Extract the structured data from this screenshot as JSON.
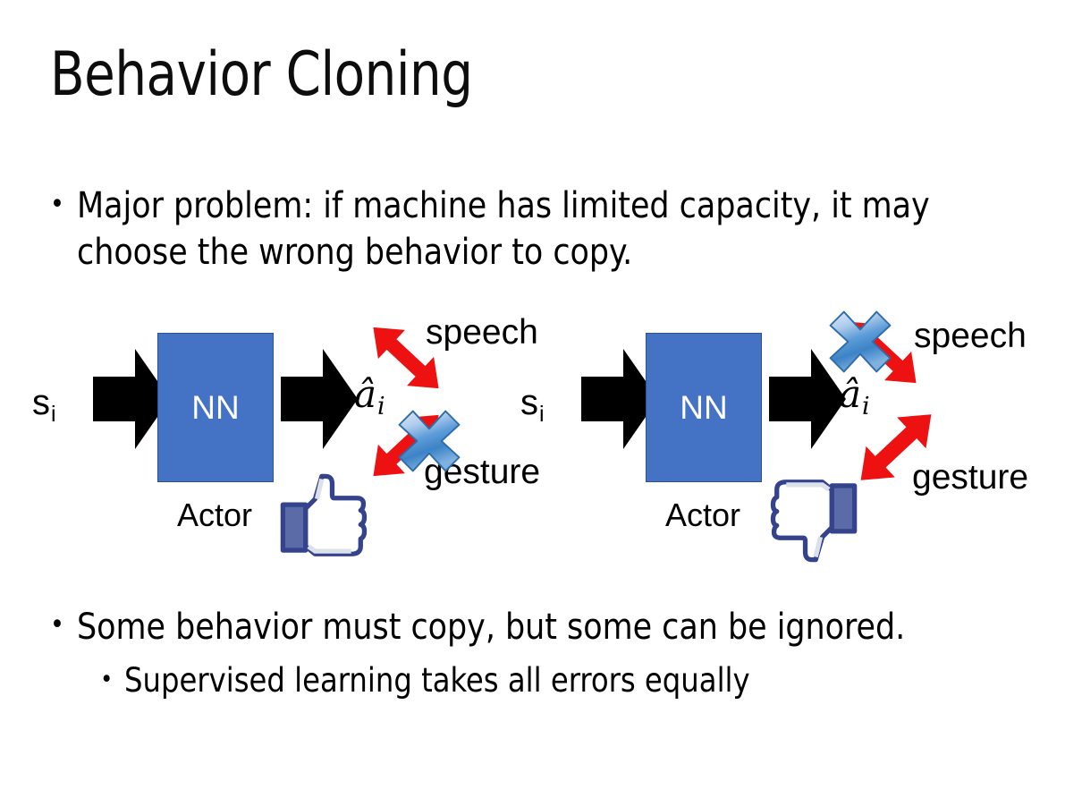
{
  "slide": {
    "title": "Behavior Cloning",
    "background_color": "#FFFFFF",
    "bullets": [
      {
        "marker": "•",
        "text": "Major problem: if machine has limited capacity, it may choose the wrong behavior to copy.",
        "level": 1
      },
      {
        "marker": "•",
        "text": "Some behavior must copy, but some can be ignored.",
        "level": 1
      },
      {
        "marker": "•",
        "text": "Supervised learning takes all errors equally",
        "level": 2
      }
    ]
  },
  "colors": {
    "nn_box_fill": "#4472C4",
    "nn_box_border": "#2E528F",
    "nn_label": "#FFFFFF",
    "block_arrow": "#000000",
    "red_arrow": "#EE1111",
    "blue_x_light": "#BBD4F0",
    "blue_x_mid": "#5B9BD5",
    "blue_x_dark": "#2E75B6",
    "thumb_outline": "#35438C",
    "thumb_cuff": "#5B6BA8",
    "thumb_fill": "#FFFFFF",
    "thumb_shadow": "#DCE0E8",
    "text": "#000000"
  },
  "diagrams": [
    {
      "id": "left",
      "state_label": "s",
      "state_subscript": "i",
      "nn_label": "NN",
      "actor_label": "Actor",
      "action_label": "â",
      "action_subscript": "i",
      "branches": [
        {
          "name": "speech",
          "label": "speech",
          "crossed_out": false
        },
        {
          "name": "gesture",
          "label": "gesture",
          "crossed_out": true
        }
      ],
      "feedback_icon": "thumbs-up",
      "crossed_branch": "gesture"
    },
    {
      "id": "right",
      "state_label": "s",
      "state_subscript": "i",
      "nn_label": "NN",
      "actor_label": "Actor",
      "action_label": "â",
      "action_subscript": "i",
      "branches": [
        {
          "name": "speech",
          "label": "speech",
          "crossed_out": true
        },
        {
          "name": "gesture",
          "label": "gesture",
          "crossed_out": false
        }
      ],
      "feedback_icon": "thumbs-down",
      "crossed_branch": "speech"
    }
  ]
}
